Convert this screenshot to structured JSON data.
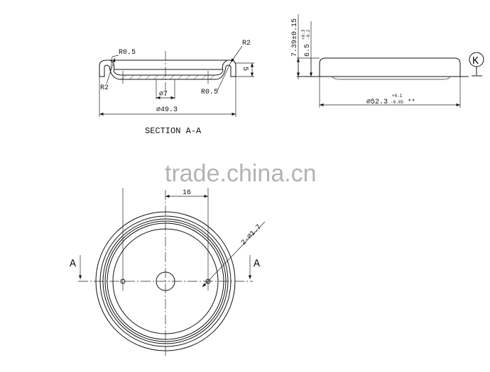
{
  "section_view": {
    "title": "SECTION A-A",
    "r_top_left": "R0.5",
    "r_top_right": "R2",
    "r_bottom_left": "R2",
    "r_bottom_right": "R0.5",
    "height": "5",
    "hole_dia": "⌀7",
    "outer_dia": "⌀49.3"
  },
  "side_view": {
    "total_height": "7.39±0.15",
    "body_height": "6.5",
    "body_height_tol_upper": "+0.3",
    "body_height_tol_lower": "-0.2",
    "diameter": "⌀52.3",
    "diameter_tol_upper": "+0.1",
    "diameter_tol_lower": "-0.05",
    "diameter_mark": "**",
    "datum": "K"
  },
  "plan_view": {
    "hole_spacing": "16",
    "hole_callout": "2-⌀1.7",
    "section_left": "A",
    "section_right": "A"
  },
  "watermark": "trade.china.cn"
}
